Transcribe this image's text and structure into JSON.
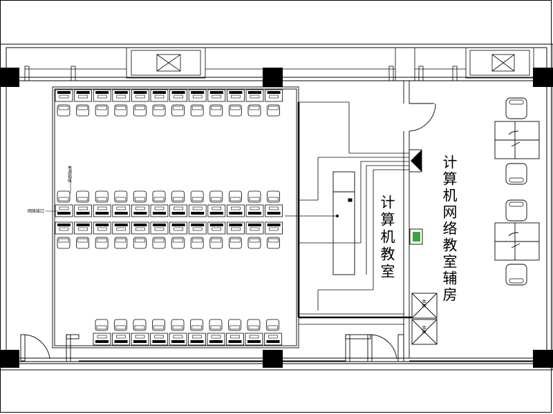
{
  "rooms": {
    "classroom_label": "计算机教室",
    "aux_room_label": "计算机网络教室辅房"
  },
  "annotations": {
    "left_small_label": "网络接口",
    "vertical_small_label": "电源插座"
  },
  "cabinets": [
    {
      "label": "机柜"
    },
    {
      "label": "机柜"
    }
  ],
  "layout_counts": {
    "top_row_desks": 12,
    "middle_rows_desks": 12,
    "bottom_row_desks": 10
  },
  "colors": {
    "line": "#000000",
    "screen_green": "#3aa53a",
    "background": "#ffffff"
  }
}
